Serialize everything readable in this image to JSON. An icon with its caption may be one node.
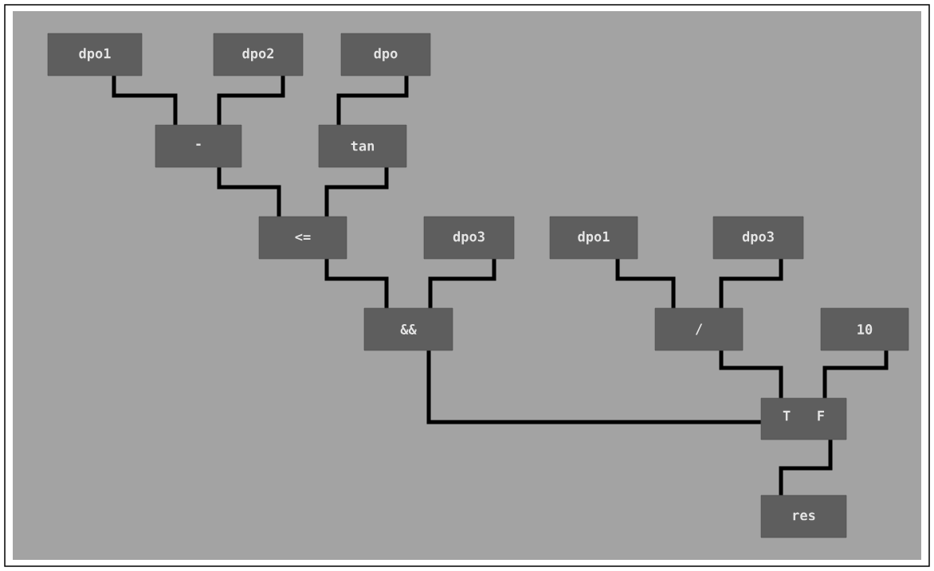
{
  "diagram": {
    "nodes": [
      {
        "text": [
          "dpo1"
        ]
      },
      {
        "text": [
          "dpo2"
        ]
      },
      {
        "text": [
          "dpo"
        ]
      },
      {
        "text": [
          "-"
        ]
      },
      {
        "text": [
          "tan"
        ]
      },
      {
        "text": [
          "<="
        ]
      },
      {
        "text": [
          "dpo3"
        ]
      },
      {
        "text": [
          "dpo1"
        ]
      },
      {
        "text": [
          "dpo3"
        ]
      },
      {
        "text": [
          "&&"
        ]
      },
      {
        "text": [
          "/"
        ]
      },
      {
        "text": [
          "10"
        ]
      },
      {
        "text": [
          "T",
          "F"
        ]
      },
      {
        "text": [
          "res"
        ]
      }
    ],
    "edges": [
      {
        "from": 0,
        "to": 3,
        "arrow": "none"
      },
      {
        "from": 1,
        "to": 3,
        "arrow": "none"
      },
      {
        "from": 2,
        "to": 4,
        "arrow": "none"
      },
      {
        "from": 3,
        "to": 5,
        "arrow": "none"
      },
      {
        "from": 4,
        "to": 5,
        "arrow": "none"
      },
      {
        "from": 5,
        "to": 9,
        "arrow": "none"
      },
      {
        "from": 6,
        "to": 9,
        "arrow": "none"
      },
      {
        "from": 7,
        "to": 10,
        "arrow": "none"
      },
      {
        "from": 8,
        "to": 10,
        "arrow": "none"
      },
      {
        "from": 9,
        "to": 12,
        "arrow": "none"
      },
      {
        "from": 10,
        "to": 12,
        "arrow": "none"
      },
      {
        "from": 11,
        "to": 12,
        "arrow": "none"
      },
      {
        "from": 12,
        "to": 13,
        "arrow": "none"
      }
    ]
  }
}
